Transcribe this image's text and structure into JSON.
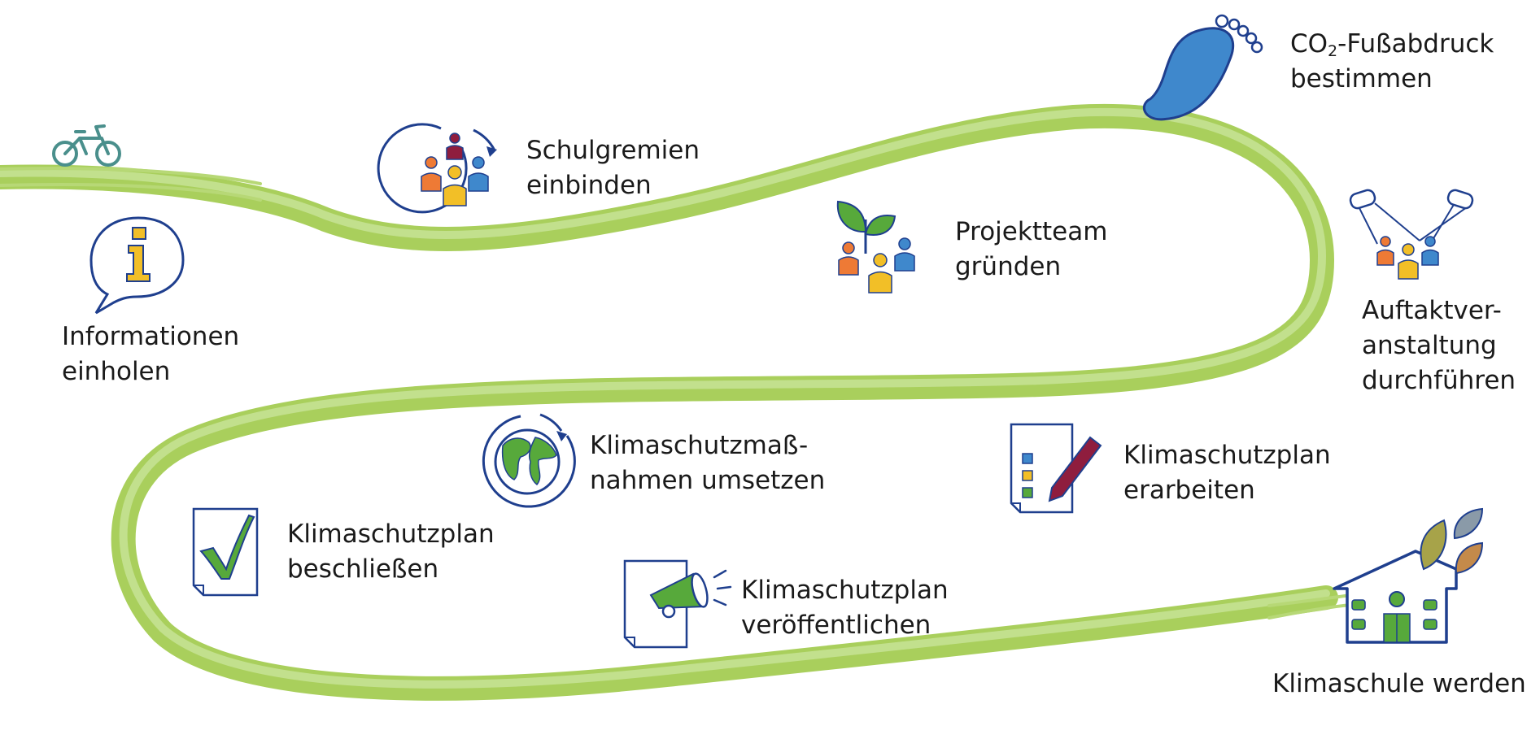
{
  "diagram": {
    "colors": {
      "path": "#a9cf5c",
      "path_light": "#c8e39a",
      "navy": "#1f3f8e",
      "blue": "#3f88cc",
      "orange": "#ee7a35",
      "yellow": "#f2bf27",
      "green": "#57a93b",
      "maroon": "#8f1d3e",
      "olive": "#a7a349"
    },
    "steps": [
      {
        "id": "informationen",
        "icon": "info-speech-bubble-icon",
        "lines": [
          "Informationen",
          "einholen"
        ]
      },
      {
        "id": "schulgremien",
        "icon": "group-cycle-icon",
        "lines": [
          "Schulgremien",
          "einbinden"
        ]
      },
      {
        "id": "projektteam",
        "icon": "team-sprout-icon",
        "lines": [
          "Projektteam",
          "gründen"
        ]
      },
      {
        "id": "co2",
        "icon": "footprint-icon",
        "co2_prefix": "CO",
        "co2_sub": "2",
        "co2_suffix": "-Fußabdruck",
        "line2": "bestimmen"
      },
      {
        "id": "auftakt",
        "icon": "spotlight-stage-icon",
        "lines": [
          "Auftaktver-",
          "anstaltung",
          "durchführen"
        ]
      },
      {
        "id": "plan-erarbeiten",
        "icon": "checklist-pencil-icon",
        "lines": [
          "Klimaschutzplan",
          "erarbeiten"
        ]
      },
      {
        "id": "massnahmen",
        "icon": "globe-cycle-icon",
        "lines": [
          "Klimaschutzmaß-",
          "nahmen umsetzen"
        ]
      },
      {
        "id": "plan-beschliessen",
        "icon": "document-check-icon",
        "lines": [
          "Klimaschutzplan",
          "beschließen"
        ]
      },
      {
        "id": "plan-veroeffentlichen",
        "icon": "document-megaphone-icon",
        "lines": [
          "Klimaschutzplan",
          "veröffentlichen"
        ]
      },
      {
        "id": "klimaschule",
        "icon": "school-leaves-icon",
        "lines": [
          "Klimaschule werden"
        ]
      }
    ]
  }
}
